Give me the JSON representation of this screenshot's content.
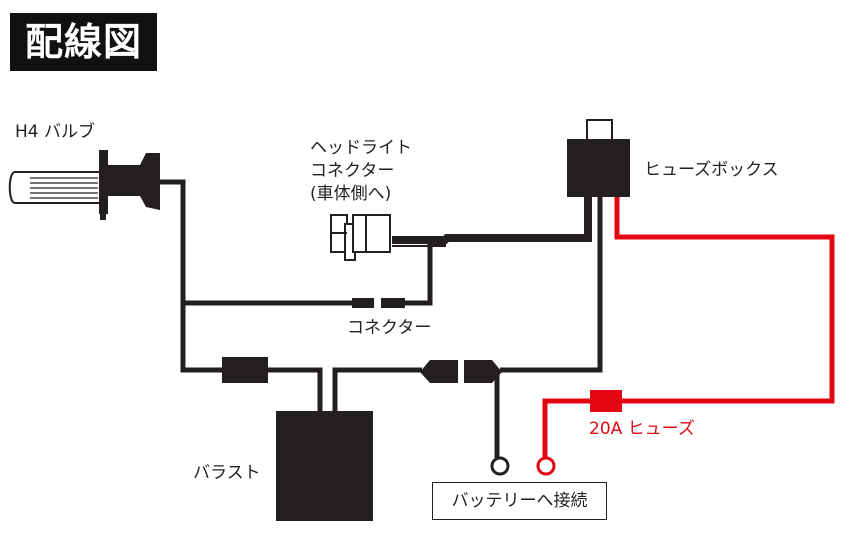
{
  "title": "配線図",
  "labels": {
    "bulb": "H4 バルブ",
    "headlight_connector": [
      "ヘッドライト",
      "コネクター",
      "(車体側へ)"
    ],
    "fuse_box": "ヒューズボックス",
    "connector": "コネクター",
    "fuse": "20A ヒューズ",
    "ballast": "バラスト",
    "battery": "バッテリーへ接続"
  },
  "colors": {
    "wire": "#231f20",
    "positive_wire": "#e30613",
    "title_bg": "#111111",
    "title_text": "#ffffff"
  }
}
